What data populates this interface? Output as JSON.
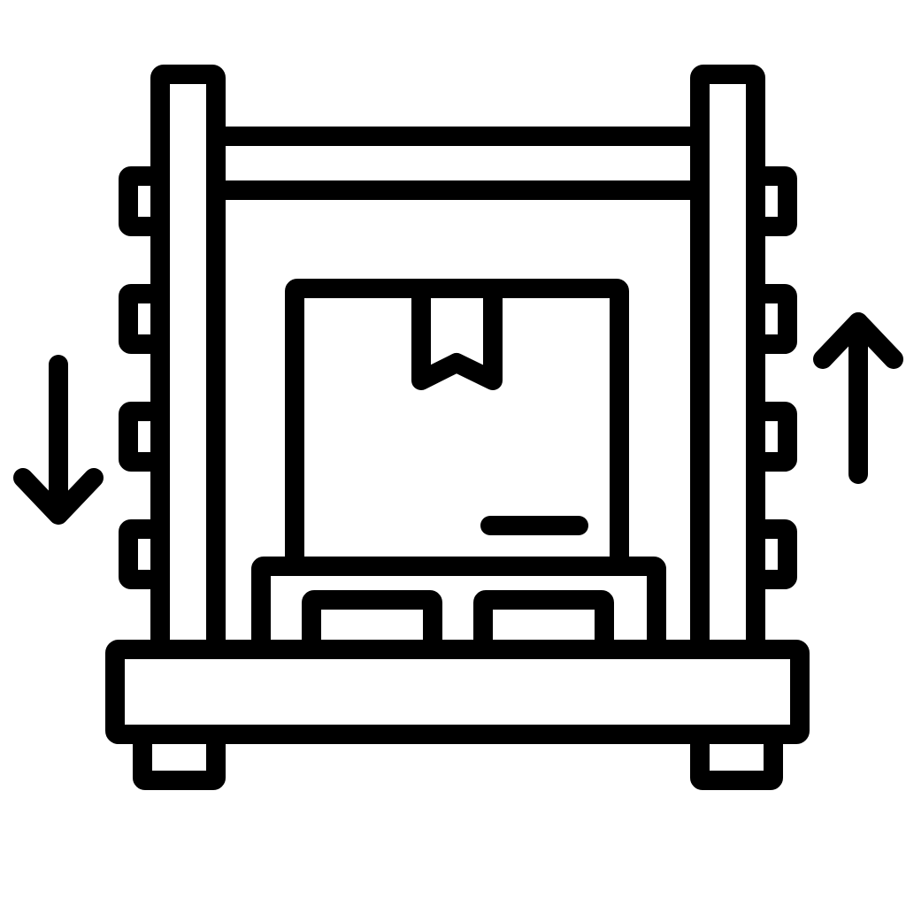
{
  "icon": {
    "name": "pallet-lift-icon",
    "depicts": [
      "lift-frame",
      "cardboard-box",
      "pallet",
      "down-arrow",
      "up-arrow"
    ]
  },
  "colors": {
    "stroke": "#000000",
    "background": "#ffffff"
  }
}
